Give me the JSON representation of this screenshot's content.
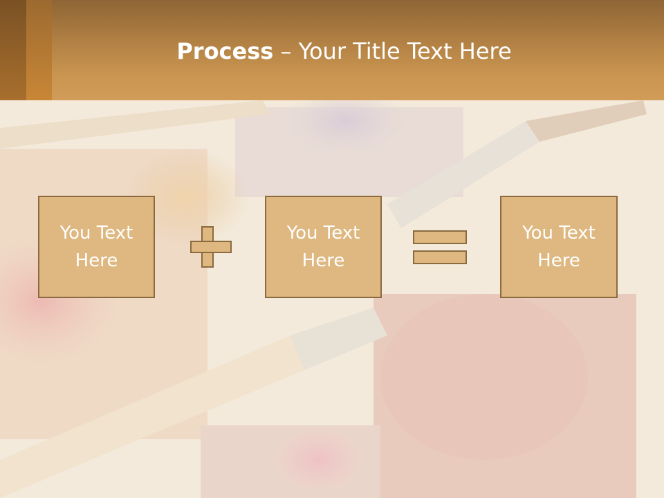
{
  "slide": {
    "title_bold": "Process",
    "title_dash": " – ",
    "title_rest": "Your Title Text Here"
  },
  "boxes": [
    {
      "text": "You Text Here"
    },
    {
      "text": "You Text Here"
    },
    {
      "text": "You Text Here"
    }
  ],
  "operators": {
    "first": "plus-icon",
    "second": "equals-icon"
  },
  "colors": {
    "header": "#c99550",
    "box_fill": "#deb880",
    "box_border": "#8a6a3e",
    "text": "#ffffff"
  }
}
